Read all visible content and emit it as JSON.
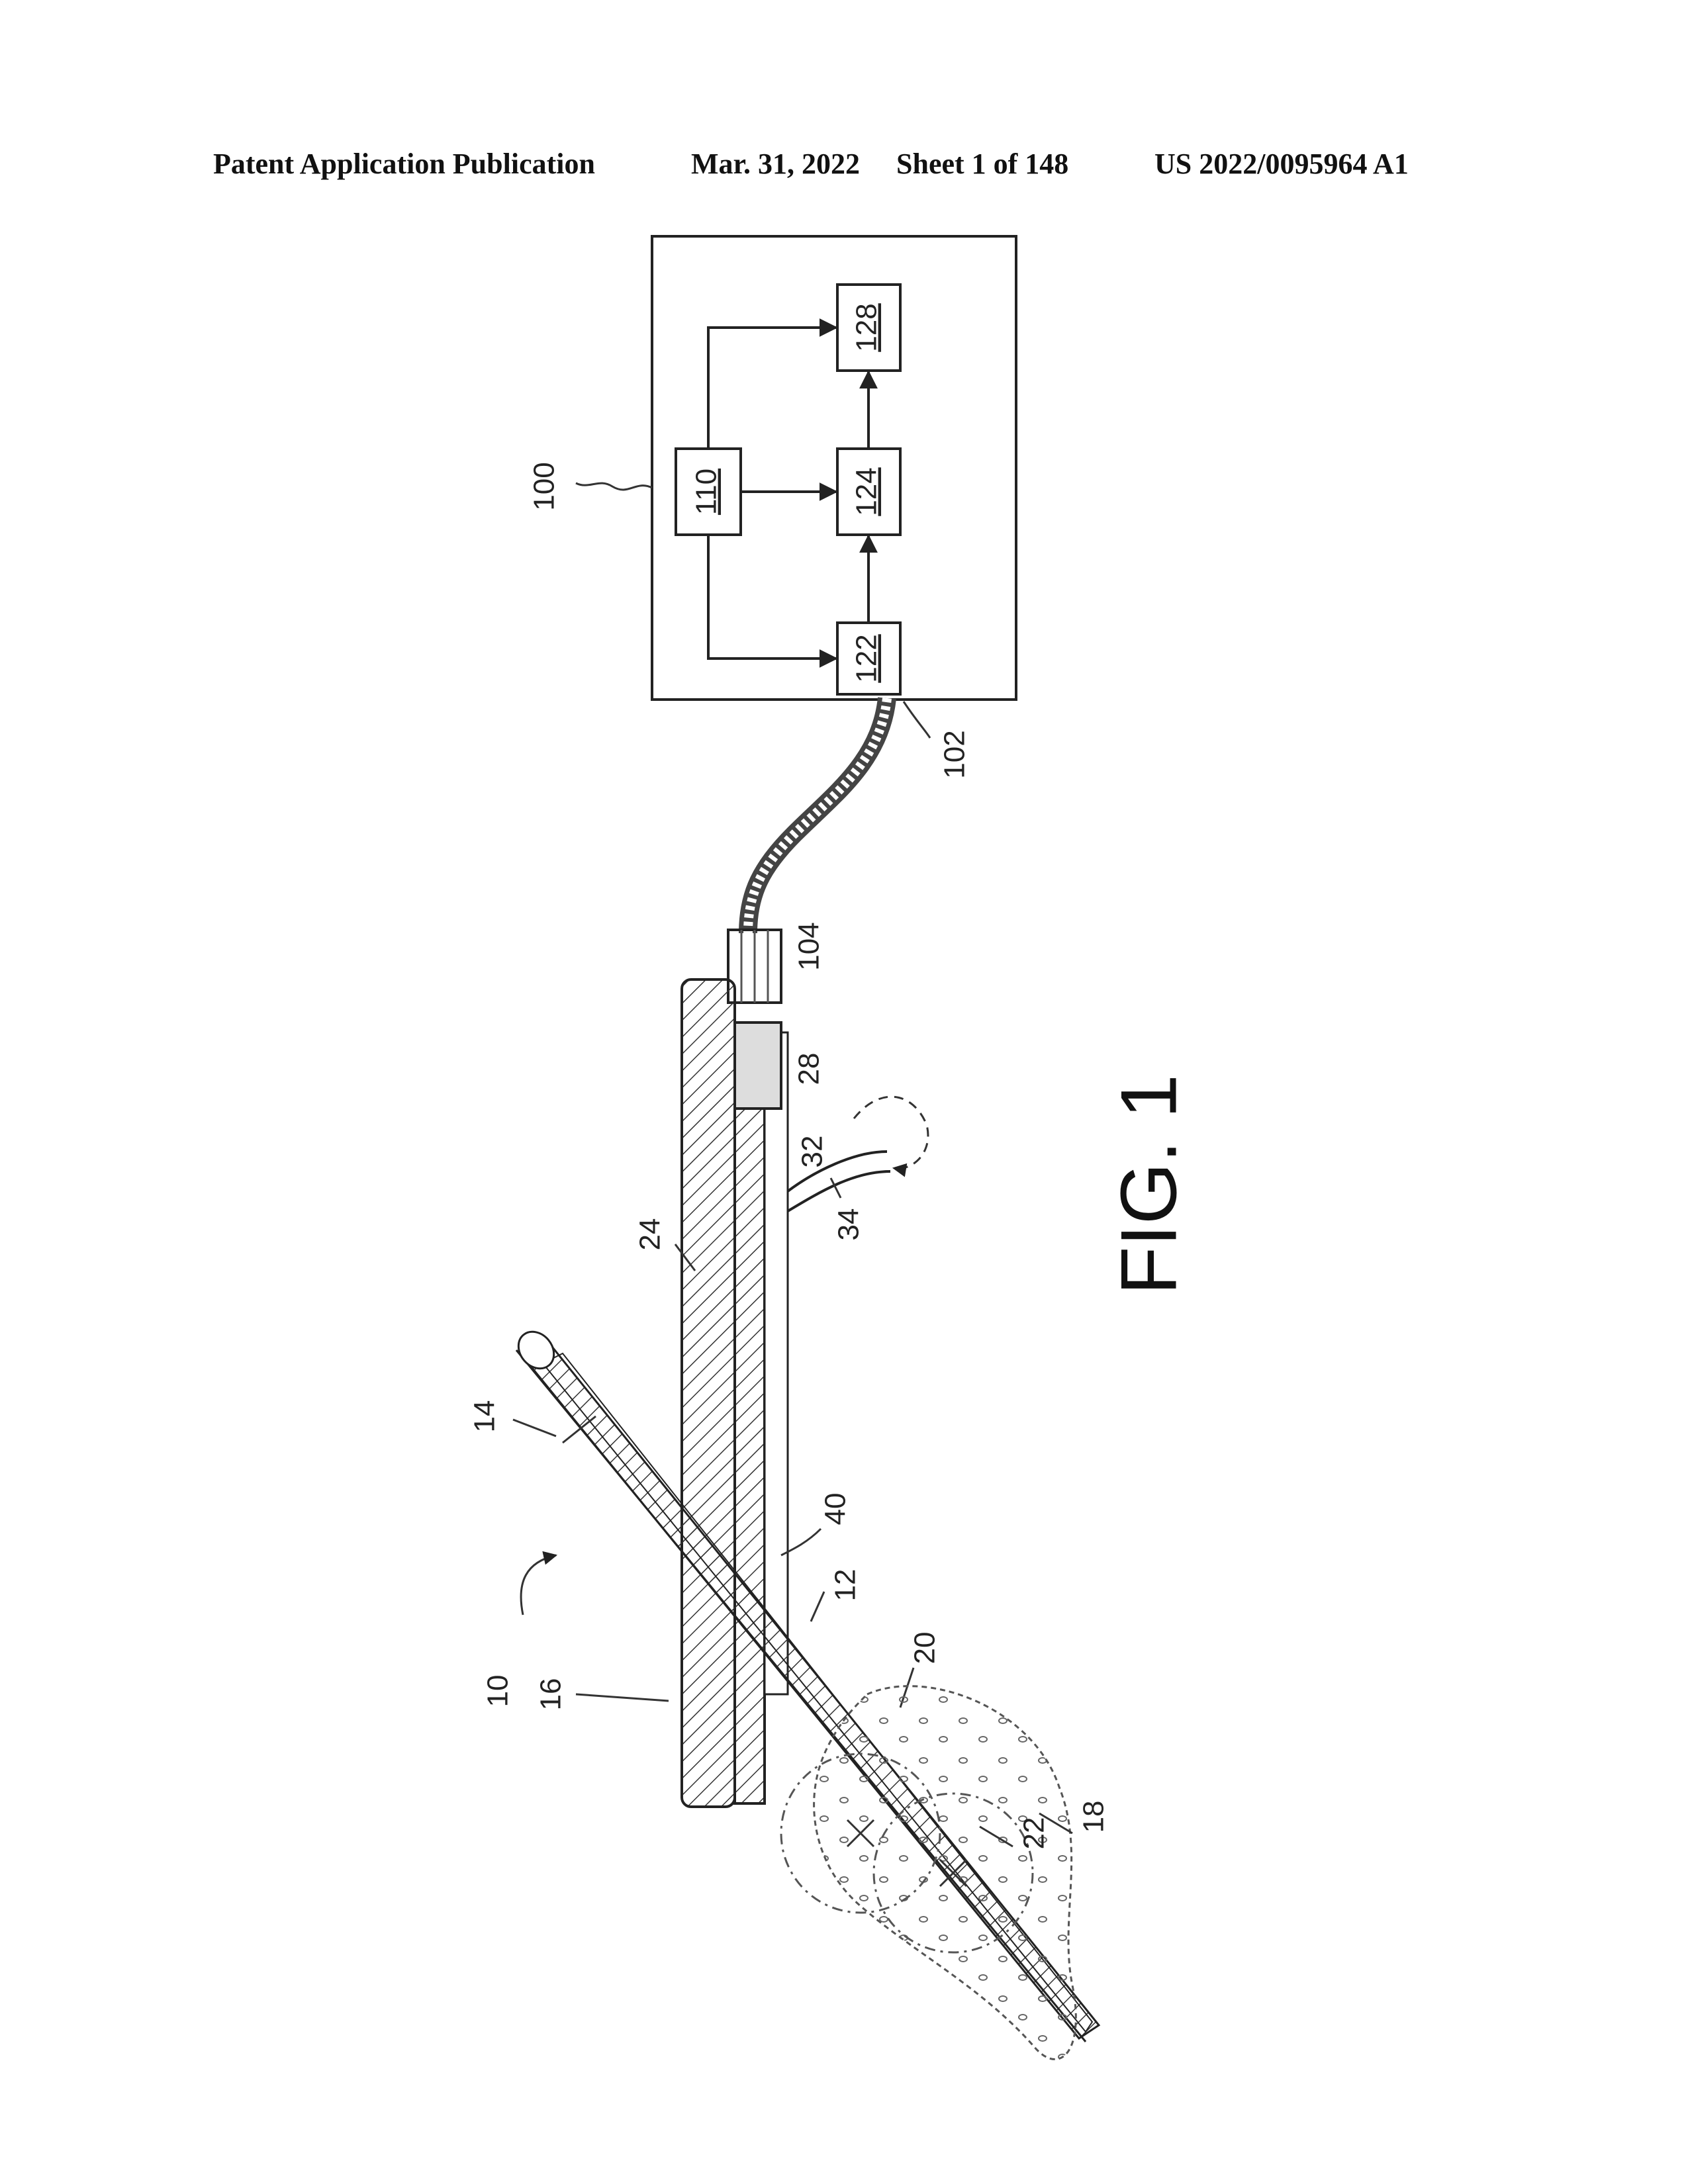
{
  "header": {
    "publication": "Patent Application Publication",
    "date": "Mar. 31, 2022",
    "sheet": "Sheet 1 of 148",
    "number": "US 2022/0095964 A1"
  },
  "figure": {
    "caption": "FIG. 1",
    "reference_numerals": {
      "r100": "100",
      "r110": "110",
      "r122": "122",
      "r124": "124",
      "r128": "128",
      "r102": "102",
      "r104": "104",
      "r28": "28",
      "r32": "32",
      "r34": "34",
      "r24": "24",
      "r14": "14",
      "r40": "40",
      "r12": "12",
      "r20": "20",
      "r10": "10",
      "r16": "16",
      "r22": "22",
      "r18": "18"
    }
  }
}
